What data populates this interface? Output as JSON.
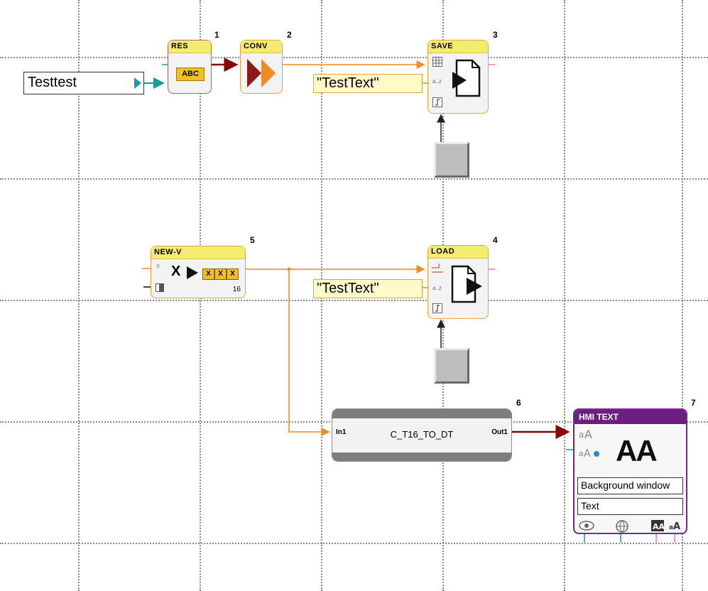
{
  "blocks": {
    "res": {
      "title": "RES",
      "number": "1",
      "content": "ABC"
    },
    "conv": {
      "title": "CONV",
      "number": "2"
    },
    "save": {
      "title": "SAVE",
      "number": "3"
    },
    "load": {
      "title": "LOAD",
      "number": "4"
    },
    "newv": {
      "title": "NEW-V",
      "number": "5",
      "count": "16",
      "x_label": "X",
      "cells": [
        "X",
        "X",
        "X"
      ]
    },
    "macro": {
      "number": "6",
      "name": "C_T16_TO_DT",
      "input_label": "In1",
      "output_label": "Out1"
    },
    "hmi": {
      "title": "HMI TEXT",
      "number": "7",
      "big_label": "AA",
      "background_label": "Background window",
      "text_label": "Text"
    }
  },
  "text_input": {
    "value": "Testtest"
  },
  "constants": {
    "save_text": "\"TestText\"",
    "load_text": "\"TestText\""
  },
  "colors": {
    "wire_orange": "#f08a24",
    "wire_darkred": "#8b0000",
    "wire_teal": "#1a9a9a",
    "block_header_yellow": "#f4ec6e",
    "hmi_header_purple": "#6c1f80"
  },
  "icons": [
    "save-file-icon",
    "load-file-icon",
    "run-icon",
    "font-size-icon",
    "eye-icon",
    "globe-icon"
  ]
}
